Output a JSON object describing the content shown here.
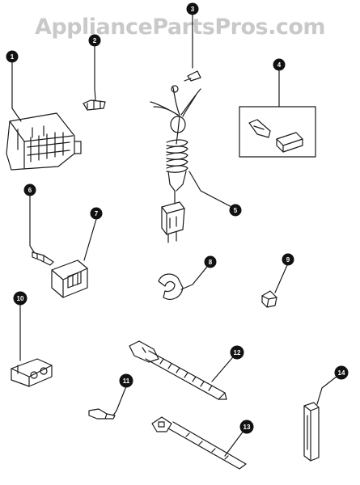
{
  "watermark": "AppliancePartsPros.com",
  "callouts": [
    "1",
    "2",
    "3",
    "4",
    "5",
    "6",
    "7",
    "8",
    "9",
    "10",
    "11",
    "12",
    "13",
    "14"
  ]
}
